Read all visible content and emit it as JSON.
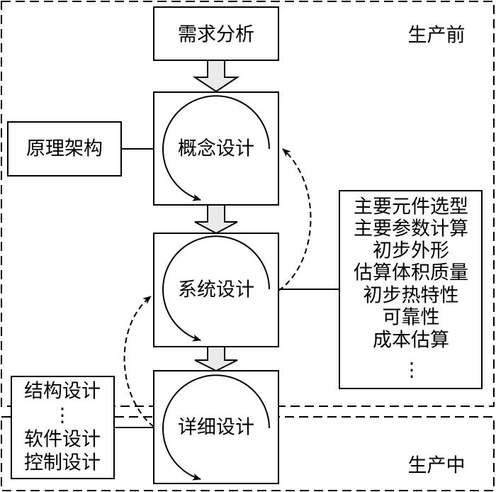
{
  "regions": {
    "pre_production": "生产前",
    "in_production": "生产中"
  },
  "nodes": {
    "requirements_analysis": "需求分析",
    "principle_architecture": "原理架构",
    "conceptual_design": "概念设计",
    "system_design": "系统设计",
    "detailed_design": "详细设计"
  },
  "system_design_tasks": [
    "主要元件选型",
    "主要参数计算",
    "初步外形",
    "估算体积质量",
    "初步热特性",
    "可靠性",
    "成本估算",
    "⋮"
  ],
  "detailed_design_subtasks": [
    "结构设计",
    "⋮",
    "软件设计",
    "控制设计"
  ],
  "colors": {
    "stroke": "#000000",
    "block_arrow_fill": "#ebebeb",
    "background": "#ffffff"
  }
}
